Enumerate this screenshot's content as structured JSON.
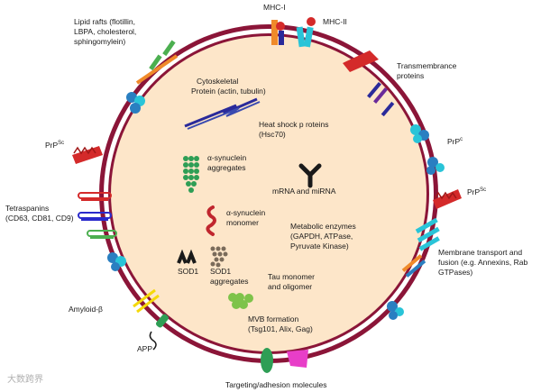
{
  "labels": {
    "mhc1": "MHC-I",
    "mhc2": "MHC-II",
    "lipid_rafts": [
      "Lipid rafts (flotillin,",
      "LBPA, cholesterol,",
      "sphingomylein)"
    ],
    "transmembrane": [
      "Transmembrance",
      "proteins"
    ],
    "cytoskeletal": [
      "Cytoskeletal",
      "Protein (actin, tubulin)"
    ],
    "heat_shock": [
      "Heat shock p roteins",
      "(Hsc70)"
    ],
    "prpsc_left": "PrP",
    "prpsc_left_sup": "Sc",
    "prpc": "PrP",
    "prpc_sup": "c",
    "prpsc_right": "PrP",
    "prpsc_right_sup": "Sc",
    "alpha_syn_agg": [
      "α-synuclein",
      "aggregates"
    ],
    "mrna": "mRNA and miRNA",
    "tetraspanins": [
      "Tetraspanins",
      "(CD63, CD81, CD9)"
    ],
    "alpha_syn_mono": [
      "α-synuclein",
      "monomer"
    ],
    "metabolic": [
      "Metabolic enzymes",
      "(GAPDH, ATPase,",
      "Pyruvate Kinase)"
    ],
    "sod1": "SOD1",
    "sod1_agg": [
      "SOD1",
      "aggregates"
    ],
    "tau": [
      "Tau monomer",
      "and oligomer"
    ],
    "membrane_transport": [
      "Membrane transport and",
      "fusion (e.g. Annexins, Rab",
      "GTPases)"
    ],
    "amyloid": "Amyloid-β",
    "mvb": [
      "MVB formation",
      "(Tsg101, Alix, Gag)"
    ],
    "app": "APP",
    "targeting": "Targeting/adhesion molecules",
    "watermark": "大数跨界"
  },
  "colors": {
    "membrane": "#8b1538",
    "lumen": "#fde6c9",
    "red_protein": "#d42a2a",
    "blue_protein": "#2a7fc1",
    "green_protein": "#4caf50",
    "cyan_protein": "#29c4d8",
    "orange_protein": "#f08a2a",
    "navy_protein": "#2a2a9a"
  }
}
